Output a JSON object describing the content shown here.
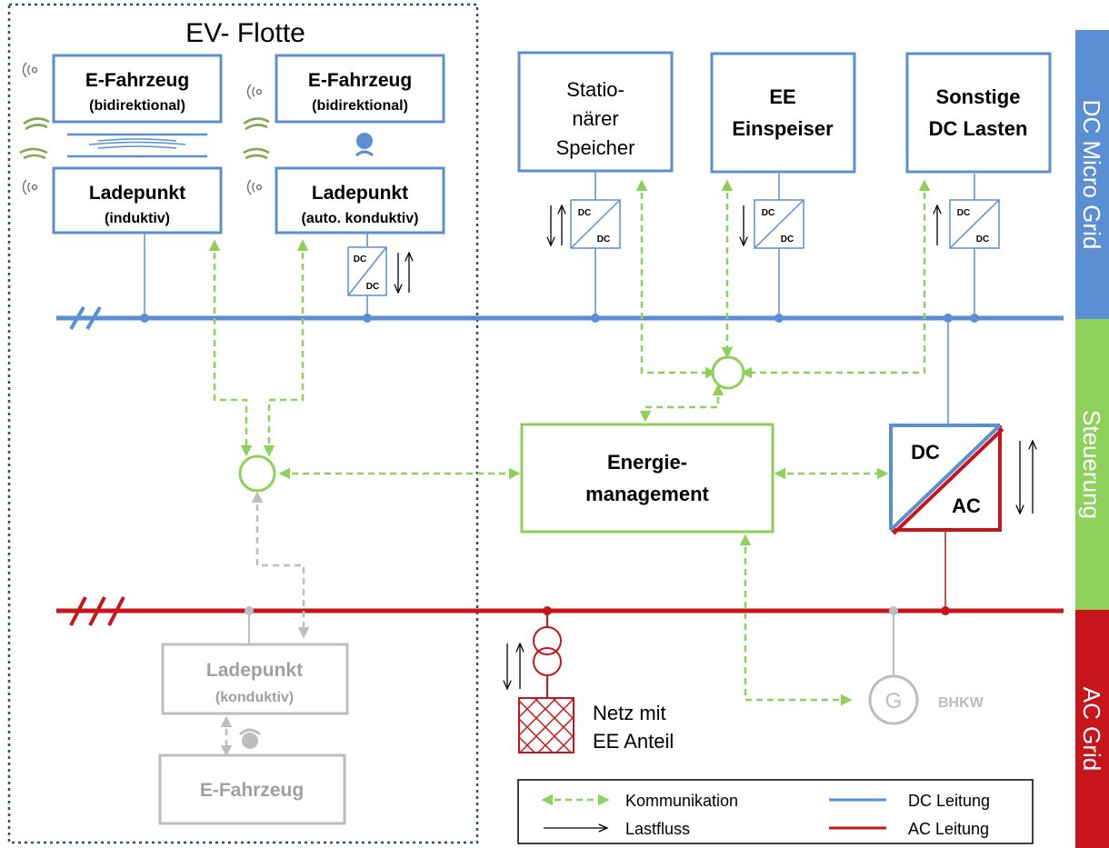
{
  "title": "EV- Flotte",
  "side_bands": [
    {
      "label": "DC Micro Grid",
      "color": "#5b8fd4"
    },
    {
      "label": "Steuerung",
      "color": "#8dd15a"
    },
    {
      "label": "AC Grid",
      "color": "#c8151b"
    }
  ],
  "boxes": {
    "ev1": {
      "title": "E-Fahrzeug",
      "sub": "(bidirektional)"
    },
    "ev2": {
      "title": "E-Fahrzeug",
      "sub": "(bidirektional)"
    },
    "lp_ind": {
      "title": "Ladepunkt",
      "sub": "(induktiv)"
    },
    "lp_auto": {
      "title": "Ladepunkt",
      "sub": "(auto. konduktiv)"
    },
    "storage": {
      "line1": "Statio-",
      "line2": "närer",
      "line3": "Speicher"
    },
    "ee": {
      "line1": "EE",
      "line2": "Einspeiser"
    },
    "other": {
      "line1": "Sonstige",
      "line2": "DC Lasten"
    },
    "energy": {
      "line1": "Energie-",
      "line2": "management"
    },
    "lp_kond": {
      "title": "Ladepunkt",
      "sub": "(konduktiv)"
    },
    "ev3": {
      "title": "E-Fahrzeug"
    }
  },
  "converter": {
    "dc": "DC",
    "ac": "AC"
  },
  "dcdc_label": {
    "top": "DC",
    "bottom": "DC"
  },
  "grid": {
    "line1": "Netz mit",
    "line2": "EE Anteil"
  },
  "generator": {
    "symbol": "G",
    "label": "BHKW"
  },
  "legend": {
    "communication": "Kommunikation",
    "load_flow": "Lastfluss",
    "dc_line": "DC Leitung",
    "ac_line": "AC Leitung"
  },
  "colors": {
    "dc": "#5b8fd4",
    "ac": "#c8151b",
    "comm": "#8dd15a",
    "inactive": "#bdbdbd",
    "border_dotted": "#2f4f6f"
  }
}
